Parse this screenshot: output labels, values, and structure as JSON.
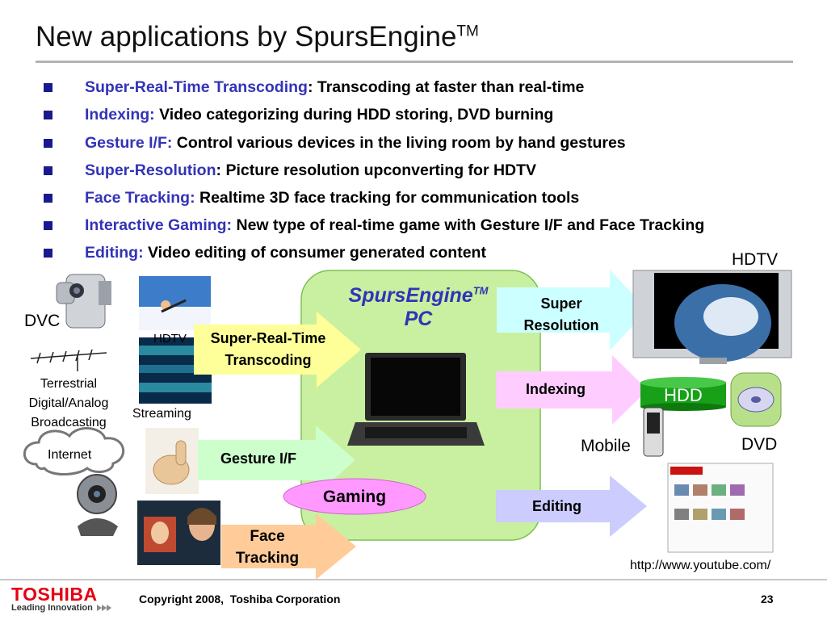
{
  "title": {
    "main": "New applications by SpursEngine",
    "sup": "TM"
  },
  "bullets": [
    {
      "term": "Super-Real-Time Transcoding",
      "sep": ": ",
      "desc": "Transcoding at faster than real-time"
    },
    {
      "term": "Indexing:",
      "sep": " ",
      "desc": "Video categorizing during HDD storing, DVD burning"
    },
    {
      "term": "Gesture I/F:",
      "sep": " ",
      "desc": "Control various devices in the living room by hand gestures"
    },
    {
      "term": "Super-Resolution",
      "sep": ": ",
      "desc": "Picture resolution upconverting for HDTV"
    },
    {
      "term": "Face Tracking:",
      "sep": " ",
      "desc": "Realtime 3D face tracking for communication tools"
    },
    {
      "term": "Interactive Gaming:",
      "sep": " ",
      "desc": "New type of real-time game with Gesture I/F and Face Tracking"
    },
    {
      "term": "Editing:",
      "sep": " ",
      "desc": "Video editing of consumer generated content"
    }
  ],
  "diagram": {
    "center": {
      "line1": "SpursEngine",
      "sup": "TM",
      "line2": "PC",
      "color": "#c8f0a0"
    },
    "inputs": {
      "dvc": "DVC",
      "hdtv_small": "HDTV",
      "broadcast": "Terrestrial Digital/Analog Broadcasting",
      "streaming": "Streaming",
      "internet": "Internet"
    },
    "arrows_in": [
      {
        "label": "Super-Real-Time Transcoding",
        "color": "#ffff99"
      },
      {
        "label": "Gesture I/F",
        "color": "#ccffcc"
      },
      {
        "label": "Face Tracking",
        "color": "#ffcc99"
      }
    ],
    "gaming": {
      "label": "Gaming",
      "color": "#ff99ff"
    },
    "arrows_out": [
      {
        "label": "Super Resolution",
        "color": "#ccffff"
      },
      {
        "label": "Indexing",
        "color": "#ffccff"
      },
      {
        "label": "Editing",
        "color": "#ccccff"
      }
    ],
    "outputs": {
      "hdtv": "HDTV",
      "hdd": "HDD",
      "mobile": "Mobile",
      "dvd": "DVD",
      "url": "http://www.youtube.com/"
    }
  },
  "footer": {
    "logo": "TOSHIBA",
    "tagline": "Leading Innovation",
    "copyright": "Copyright 2008,  Toshiba Corporation",
    "page": "23"
  },
  "colors": {
    "accent": "#3333b8",
    "logo_red": "#e60012"
  }
}
